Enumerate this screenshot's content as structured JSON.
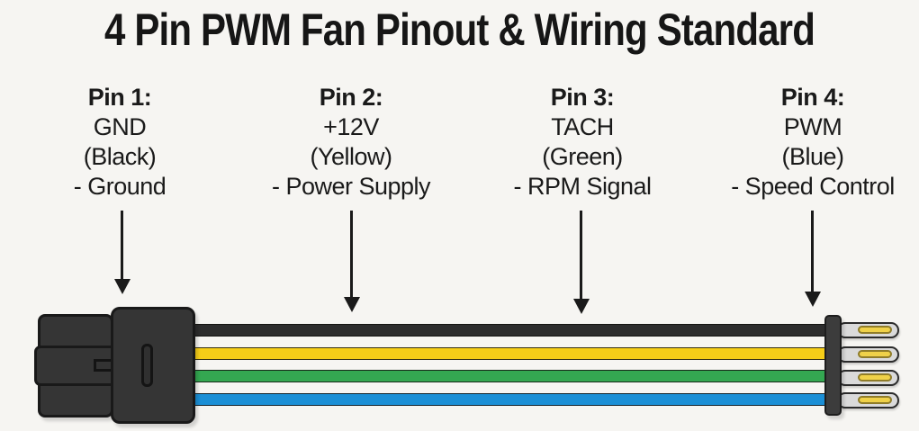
{
  "title": "4 Pin PWM Fan Pinout & Wiring Standard",
  "background_hex": "#f6f5f2",
  "pins": [
    {
      "title": "Pin 1:",
      "signal": "GND",
      "color_name": "(Black)",
      "description": "- Ground",
      "wire_hex": "#2d2d2d"
    },
    {
      "title": "Pin 2:",
      "signal": "+12V",
      "color_name": "(Yellow)",
      "description": "- Power Supply",
      "wire_hex": "#f6ce18"
    },
    {
      "title": "Pin 3:",
      "signal": "TACH",
      "color_name": "(Green)",
      "description": "- RPM Signal",
      "wire_hex": "#34a751"
    },
    {
      "title": "Pin 4:",
      "signal": "PWM",
      "color_name": "(Blue)",
      "description": "- Speed Control",
      "wire_hex": "#1b8fd6"
    }
  ],
  "connector": {
    "housing_hex": "#353535",
    "terminal_metal_hex": "#dadada",
    "terminal_contact_hex": "#efd149"
  }
}
